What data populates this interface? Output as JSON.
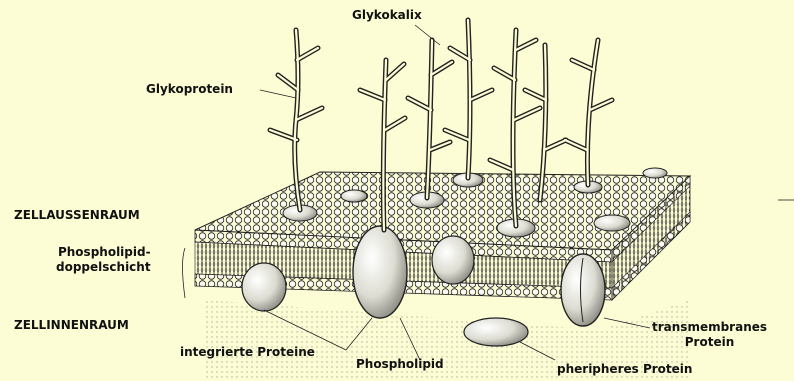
{
  "labels": {
    "glykokalix": "Glykokalix",
    "glykoprotein": "Glykoprotein",
    "zellaussenraum": "ZELLAUSSENRAUM",
    "phospholipid_doppelschicht_1": "Phospholipid-",
    "phospholipid_doppelschicht_2": "doppelschicht",
    "zellinnenraum": "ZELLINNENRAUM",
    "integrierte_proteine": "integrierte Proteine",
    "phospholipid": "Phospholipid",
    "transmembranes_1": "transmembranes",
    "transmembranes_2": "Protein",
    "peripheres_protein": "pheripheres Protein"
  },
  "colors": {
    "background": "#fdfdd5",
    "ink": "#111111",
    "protein_fill": "#e9e9e2",
    "dotted_floor": "#cfcfc0"
  }
}
